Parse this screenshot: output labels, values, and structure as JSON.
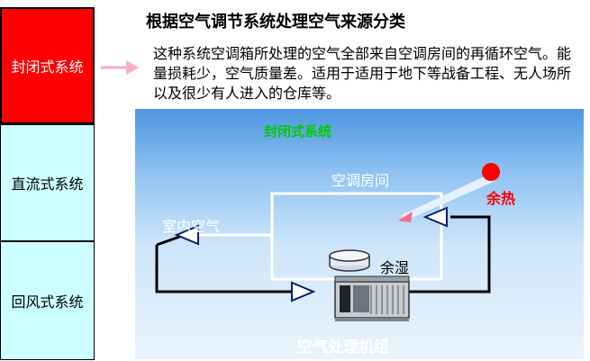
{
  "sidebar": {
    "items": [
      {
        "label": "封闭式系统",
        "active": true
      },
      {
        "label": "直流式系统",
        "active": false
      },
      {
        "label": "回风式系统",
        "active": false
      }
    ]
  },
  "main": {
    "title": "根据空气调节系统处理空气来源分类",
    "description": "这种系统空调箱所处理的空气全部来自空调房间的再循环空气。能量损耗少，空气质量差。适用于适用于地下等战备工程、无人场所以及很少有人进入的仓库等。"
  },
  "diagram": {
    "title": "封闭式系统",
    "room_label": "空调房间",
    "indoor_air_label": "室内空气",
    "heat_label": "余热",
    "moisture_label": "余湿",
    "ahu_label": "空气处理机组"
  },
  "colors": {
    "active": "#ff0000",
    "inactive": "#ccffff",
    "arrow": "#ffaacc",
    "diagram_title": "#00cc00",
    "heat": "#ff0000"
  }
}
